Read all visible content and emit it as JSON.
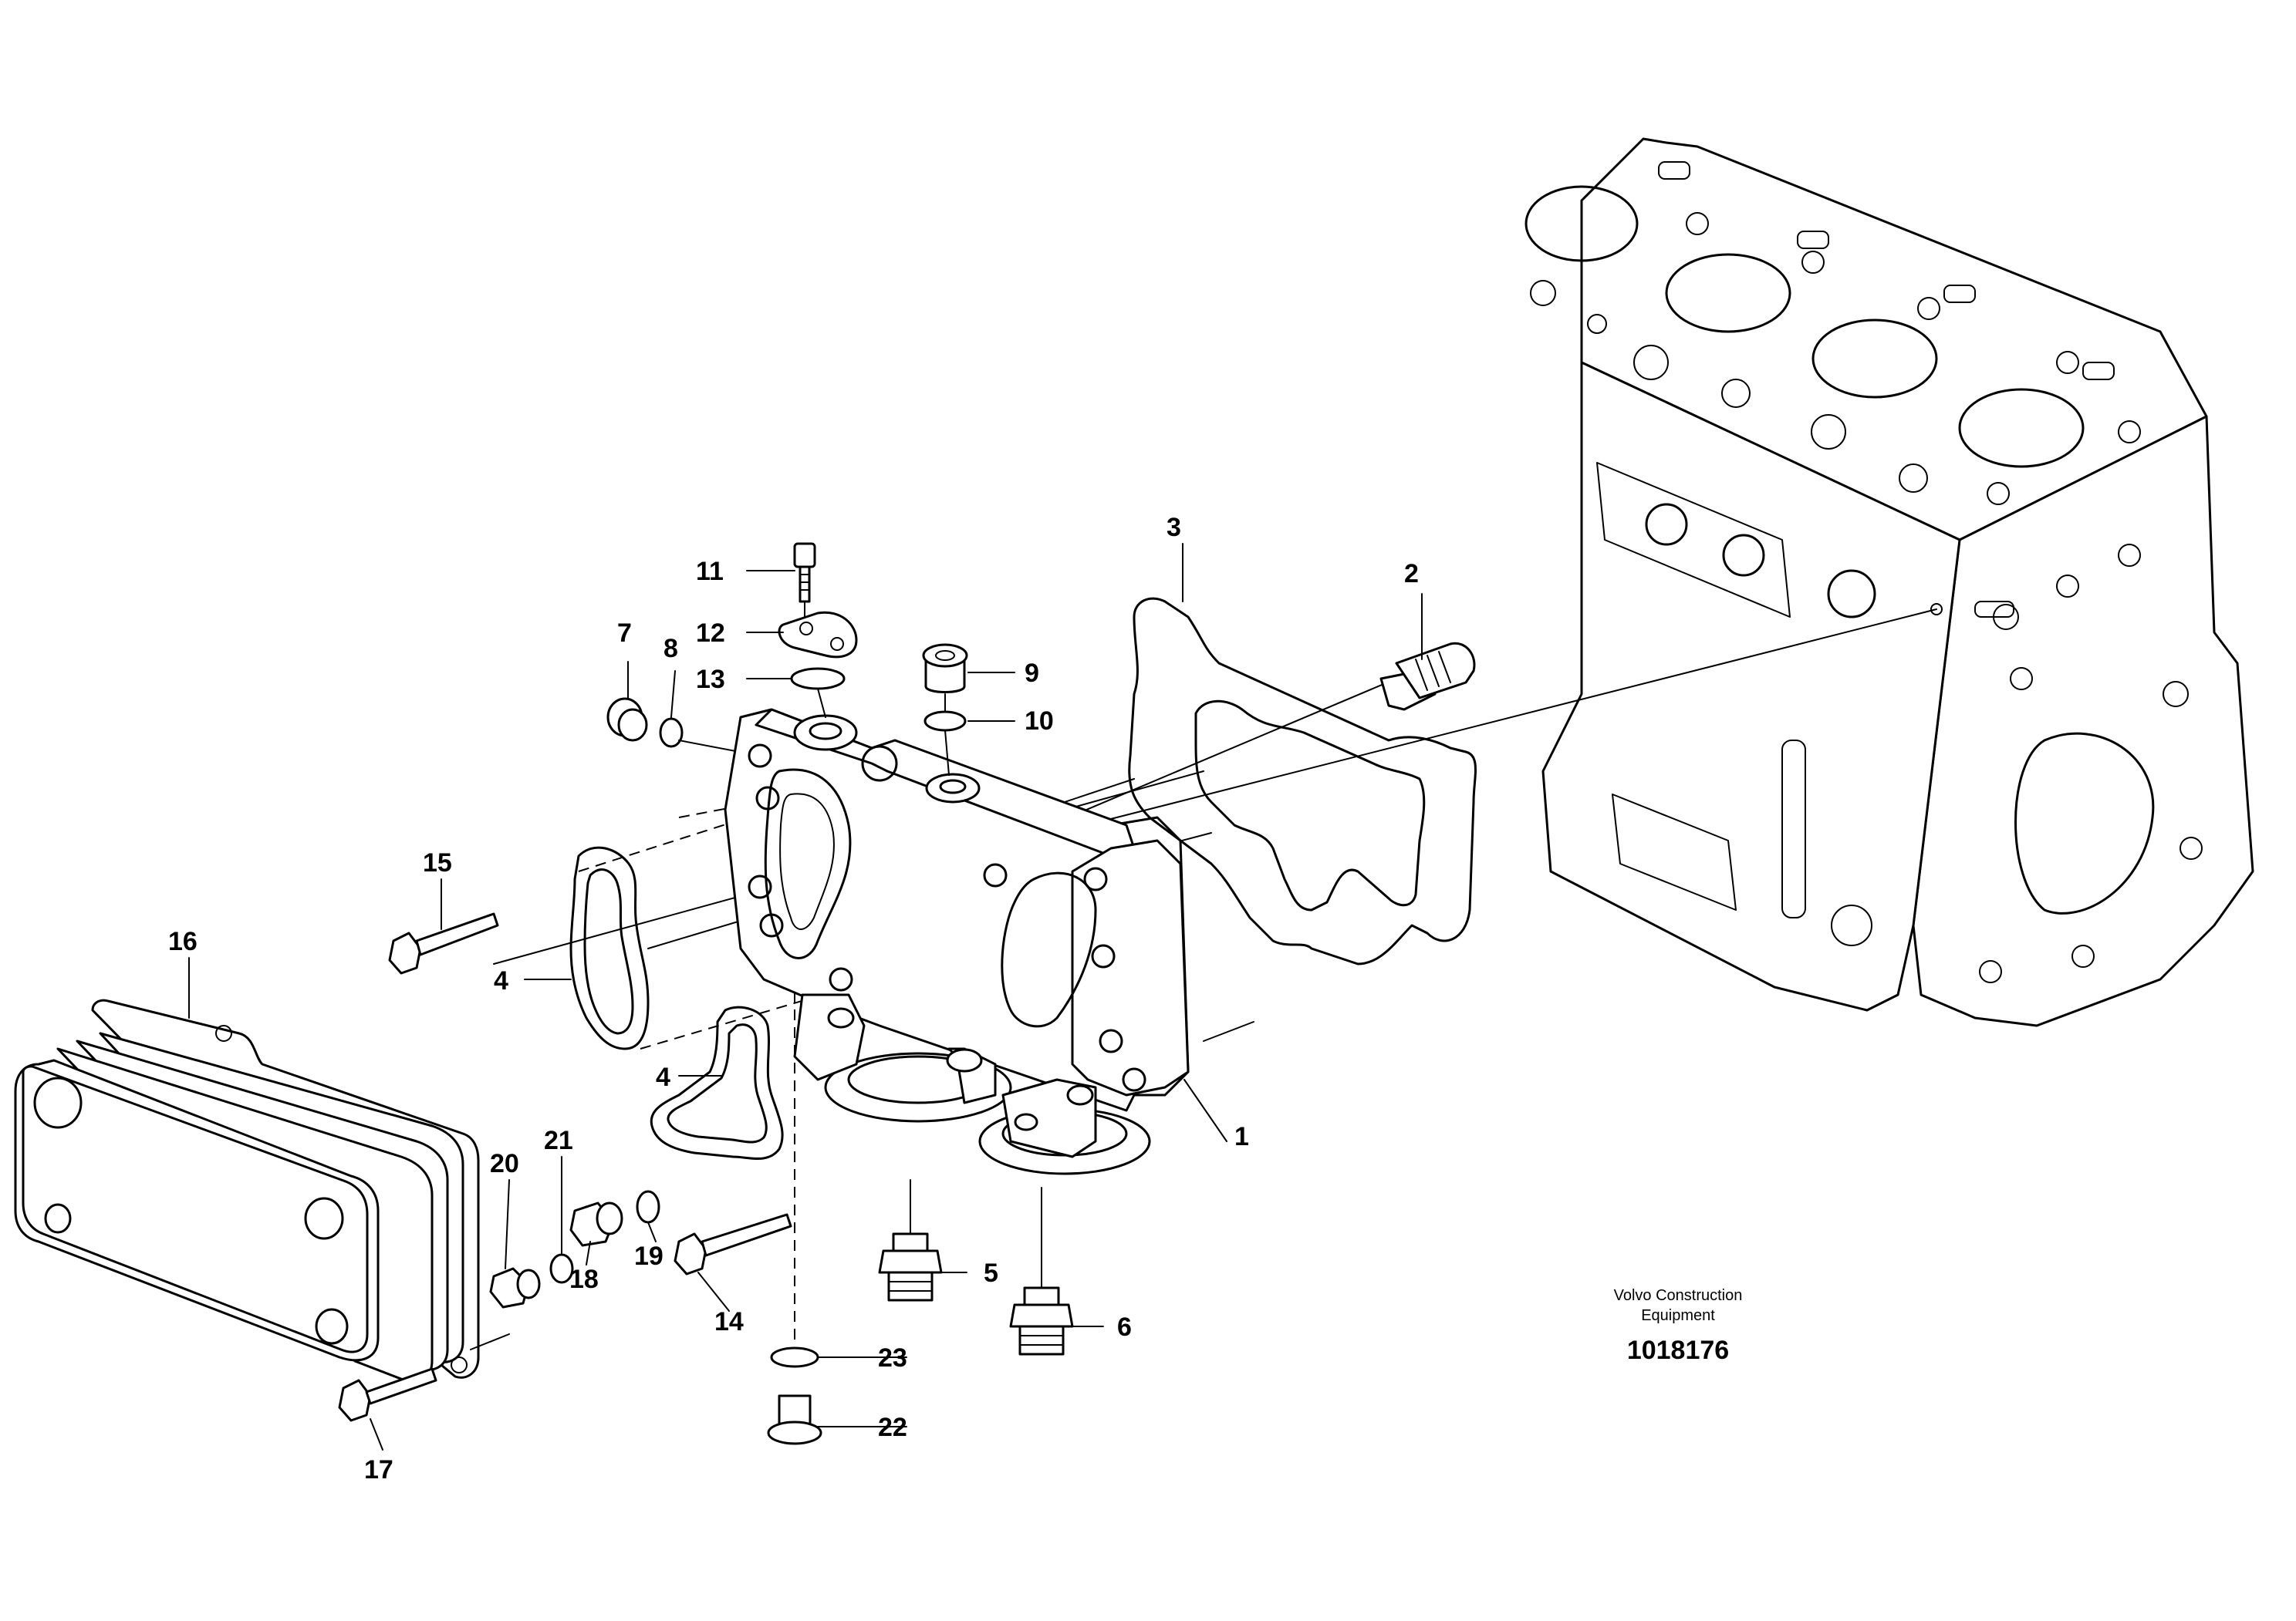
{
  "diagram": {
    "callouts": [
      "1",
      "2",
      "3",
      "4",
      "4",
      "5",
      "6",
      "7",
      "8",
      "9",
      "10",
      "11",
      "12",
      "13",
      "14",
      "15",
      "16",
      "17",
      "18",
      "19",
      "20",
      "21",
      "22",
      "23"
    ],
    "credit_line1": "Volvo Construction",
    "credit_line2": "Equipment",
    "drawing_number": "1018176"
  }
}
